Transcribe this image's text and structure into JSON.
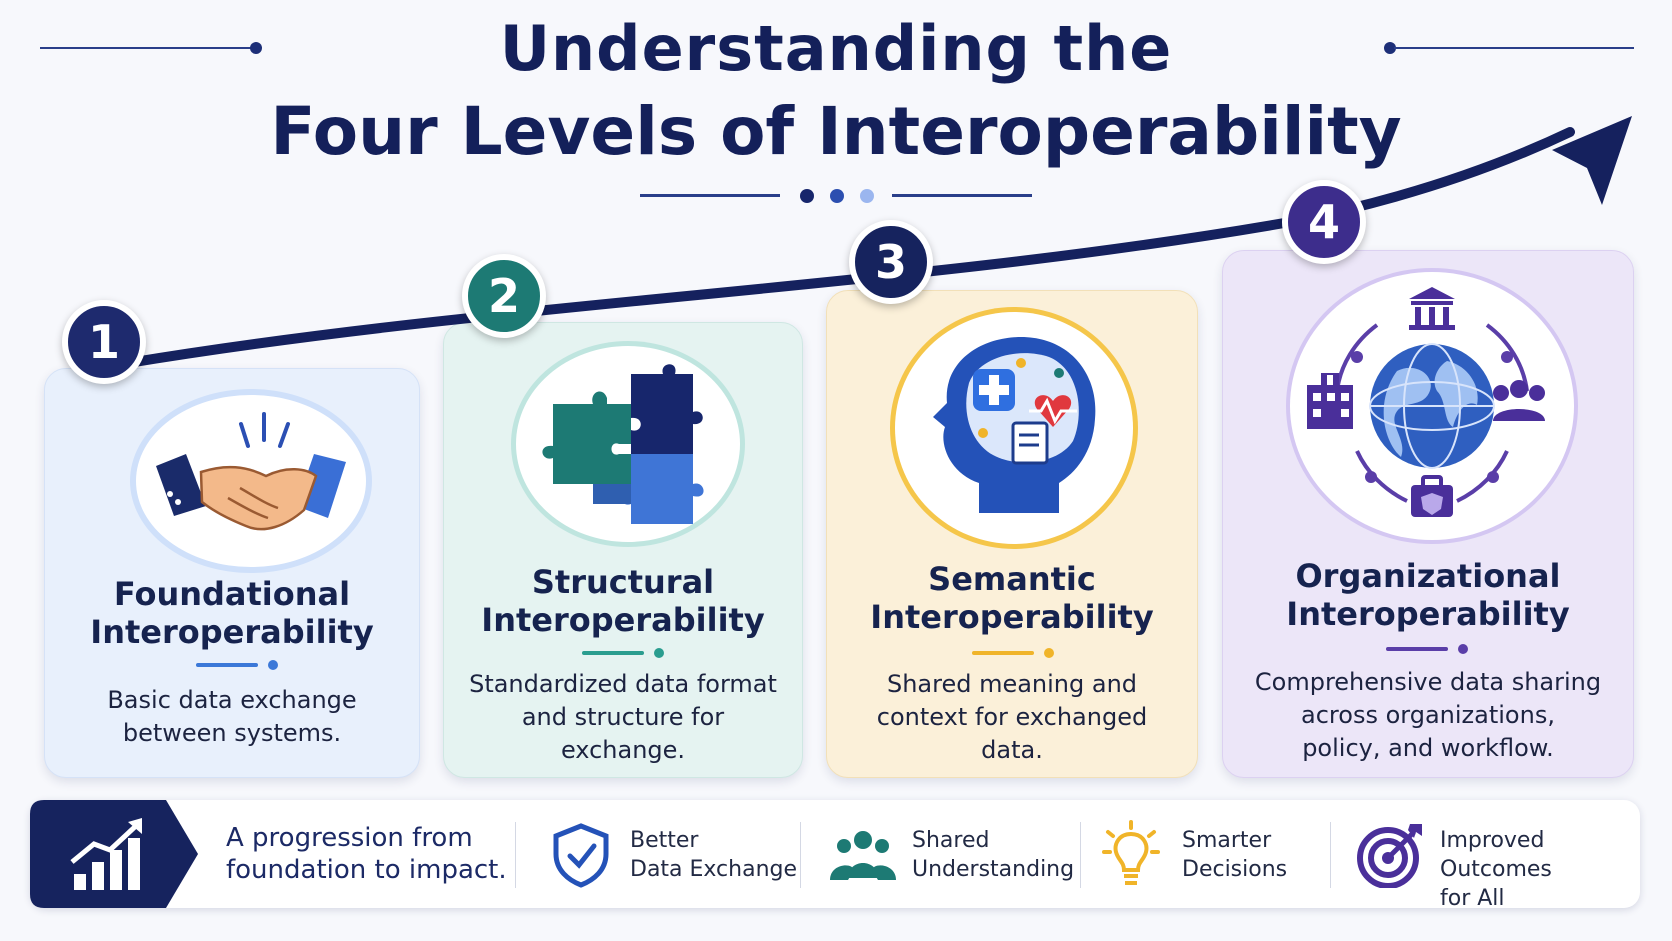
{
  "title": {
    "line1": "Understanding the",
    "line2": "Four Levels of Interoperability"
  },
  "colors": {
    "navy": "#14205a",
    "level1": "#1e2a6e",
    "level2": "#1d7a74",
    "level3": "#16235e",
    "level4": "#3d2d8c",
    "blue_accent": "#3b78d8",
    "teal_accent": "#2a9d8f",
    "gold_accent": "#f0b429",
    "purple_accent": "#5a3ea8"
  },
  "levels": [
    {
      "number": "1",
      "title_line1": "Foundational",
      "title_line2": "Interoperability",
      "desc_line1": "Basic data exchange",
      "desc_line2": "between systems.",
      "desc_line3": "",
      "icon": "handshake-icon"
    },
    {
      "number": "2",
      "title_line1": "Structural",
      "title_line2": "Interoperability",
      "desc_line1": "Standardized data format",
      "desc_line2": "and structure for",
      "desc_line3": "exchange.",
      "icon": "puzzle-icon"
    },
    {
      "number": "3",
      "title_line1": "Semantic",
      "title_line2": "Interoperability",
      "desc_line1": "Shared meaning and",
      "desc_line2": "context for exchanged",
      "desc_line3": "data.",
      "icon": "head-brain-icon"
    },
    {
      "number": "4",
      "title_line1": "Organizational",
      "title_line2": "Interoperability",
      "desc_line1": "Comprehensive data sharing",
      "desc_line2": "across organizations,",
      "desc_line3": "policy, and workflow.",
      "icon": "globe-network-icon"
    }
  ],
  "footer": {
    "lead_line1": "A progression from",
    "lead_line2": "foundation to impact.",
    "items": [
      {
        "line1": "Better",
        "line2": "Data Exchange",
        "icon": "shield-check-icon"
      },
      {
        "line1": "Shared",
        "line2": "Understanding",
        "icon": "people-group-icon"
      },
      {
        "line1": "Smarter",
        "line2": "Decisions",
        "icon": "lightbulb-icon"
      },
      {
        "line1": "Improved Outcomes",
        "line2": "for All",
        "icon": "target-icon"
      }
    ]
  }
}
